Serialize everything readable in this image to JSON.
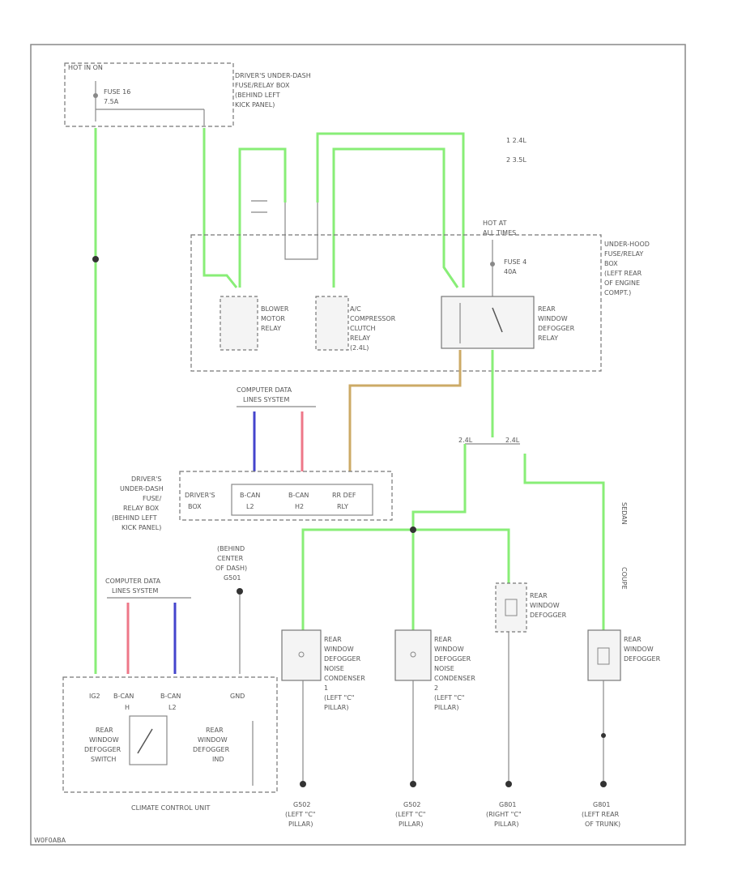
{
  "labels": {
    "hot_in_run": "HOT IN ON",
    "fuse16": "FUSE 16",
    "fuse16_amp": "7.5A",
    "dash_box": [
      "DRIVER'S UNDER-DASH",
      "FUSE/RELAY BOX",
      "(BEHIND LEFT",
      "KICK PANEL)"
    ],
    "legend": [
      "1  2.4L",
      "2  3.5L"
    ],
    "hot_at_all_times": [
      "HOT AT",
      "ALL TIMES"
    ],
    "fuse4": "FUSE 4",
    "fuse4_amp": "40A",
    "underhood": [
      "UNDER-HOOD",
      "FUSE/RELAY",
      "BOX",
      "(LEFT REAR",
      "OF ENGINE",
      "COMPT.)"
    ],
    "blower": [
      "BLOWER",
      "MOTOR",
      "RELAY"
    ],
    "ac_relay": [
      "A/C",
      "COMPRESSOR",
      "CLUTCH",
      "RELAY",
      "(2.4L)"
    ],
    "rear_relay": [
      "REAR",
      "WINDOW",
      "DEFOGGER",
      "RELAY"
    ],
    "computer_data_top": [
      "COMPUTER DATA",
      "LINES SYSTEM"
    ],
    "computer_data_bottom": [
      "COMPUTER DATA",
      "LINES SYSTEM"
    ],
    "underdash_left": [
      "DRIVER'S",
      "UNDER-DASH",
      "FUSE/",
      "RELAY BOX",
      "(BEHIND LEFT",
      "KICK PANEL)"
    ],
    "pins": [
      [
        "DRIVER'S",
        "BOX"
      ],
      [
        "B-CAN",
        "L2"
      ],
      [
        "B-CAN",
        "H2"
      ],
      [
        "RR DEF",
        "RLY"
      ]
    ],
    "behind_center": [
      "(BEHIND",
      "CENTER",
      "OF DASH)",
      "G501"
    ],
    "ccu_pins": [
      "IG2",
      "B-CAN",
      "B-CAN",
      "GND"
    ],
    "ccu_pin_sub": [
      "",
      "H",
      "L2",
      ""
    ],
    "ccu_switch": [
      "REAR",
      "WINDOW",
      "DEFOGGER",
      "SWITCH"
    ],
    "ccu_ind": [
      "REAR",
      "WINDOW",
      "DEFOGGER",
      "IND"
    ],
    "ccu_name": "CLIMATE CONTROL UNIT",
    "cond1": [
      "REAR",
      "WINDOW",
      "DEFOGGER",
      "NOISE",
      "CONDENSER",
      "1",
      "(LEFT \"C\"",
      "PILLAR)"
    ],
    "cond2": [
      "REAR",
      "WINDOW",
      "DEFOGGER",
      "NOISE",
      "CONDENSER",
      "2",
      "(LEFT \"C\"",
      "PILLAR)"
    ],
    "defog_mid": [
      "REAR",
      "WINDOW",
      "DEFOGGER"
    ],
    "defog_right": [
      "REAR",
      "WINDOW",
      "DEFOGGER"
    ],
    "sedan": "SEDAN",
    "coupe": "COUPE",
    "split_left": "2.4L",
    "split_right": "2.4L",
    "g1": [
      "G502",
      "(LEFT \"C\"",
      "PILLAR)"
    ],
    "g2": [
      "G502",
      "(LEFT \"C\"",
      "PILLAR)"
    ],
    "g3": [
      "G801",
      "(RIGHT \"C\"",
      "PILLAR)"
    ],
    "g4": [
      "G801",
      "(LEFT REAR",
      "OF TRUNK)"
    ],
    "footer": "W0F0ABA"
  },
  "colors": {
    "green": "#88ee77",
    "blue": "#4444cc",
    "pink": "#ee7788",
    "tan": "#ccaa66",
    "black": "#888888"
  }
}
